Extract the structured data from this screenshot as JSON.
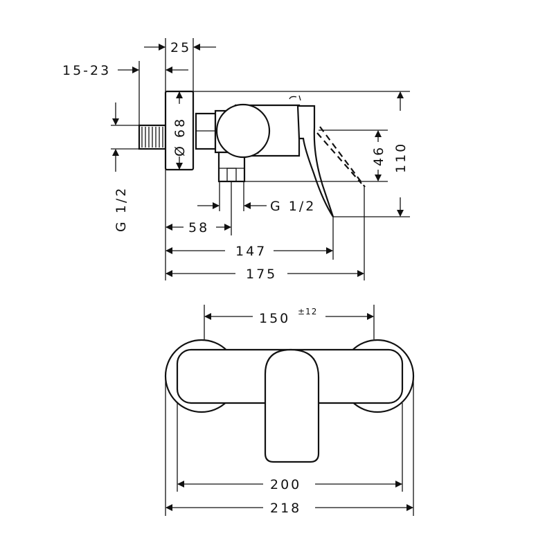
{
  "side_view": {
    "dim_25": "25",
    "dim_15_23": "15-23",
    "dim_d68": "Ø 68",
    "dim_thread_inlet": "G 1/2",
    "dim_thread_outlet": "G 1/2",
    "dim_46": "46",
    "dim_110": "110",
    "dim_58": "58",
    "dim_147": "147",
    "dim_175": "175"
  },
  "front_view": {
    "dim_150": "150",
    "dim_150_tol": "±12",
    "dim_200": "200",
    "dim_218": "218"
  }
}
